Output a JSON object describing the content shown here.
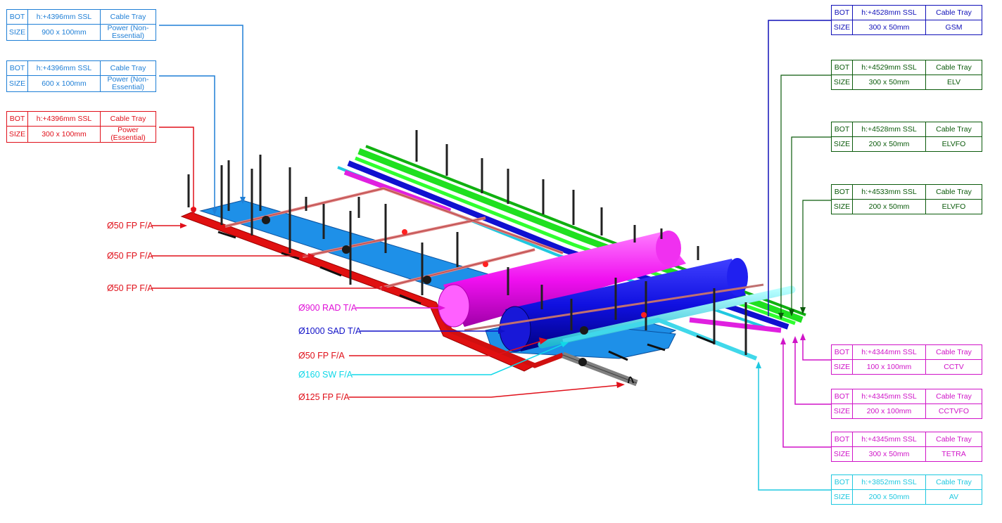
{
  "tags_left": [
    {
      "id": "power-ne-900",
      "color": "#1f7fd6",
      "level": "h:+4396mm  SSL",
      "type": "Cable Tray",
      "size": "900 x 100mm",
      "service": "Power (Non-Essential)"
    },
    {
      "id": "power-ne-600",
      "color": "#1f7fd6",
      "level": "h:+4396mm  SSL",
      "type": "Cable Tray",
      "size": "600 x 100mm",
      "service": "Power (Non-Essential)"
    },
    {
      "id": "power-e-300",
      "color": "#e0101a",
      "level": "h:+4396mm  SSL",
      "type": "Cable Tray",
      "size": "300 x 100mm",
      "service": "Power (Essential)"
    }
  ],
  "tags_right": [
    {
      "id": "gsm",
      "color": "#1010b8",
      "level": "h:+4528mm  SSL",
      "type": "Cable Tray",
      "size": "300 x 50mm",
      "service": "GSM"
    },
    {
      "id": "elv",
      "color": "#0a5a0a",
      "level": "h:+4529mm  SSL",
      "type": "Cable Tray",
      "size": "300 x 50mm",
      "service": "ELV"
    },
    {
      "id": "elvfo-1",
      "color": "#0a5a0a",
      "level": "h:+4528mm  SSL",
      "type": "Cable Tray",
      "size": "200 x 50mm",
      "service": "ELVFO"
    },
    {
      "id": "elvfo-2",
      "color": "#0a5a0a",
      "level": "h:+4533mm  SSL",
      "type": "Cable Tray",
      "size": "200 x 50mm",
      "service": "ELVFO"
    },
    {
      "id": "cctv",
      "color": "#d014c8",
      "level": "h:+4344mm  SSL",
      "type": "Cable Tray",
      "size": "100 x 100mm",
      "service": "CCTV"
    },
    {
      "id": "cctvfo",
      "color": "#d014c8",
      "level": "h:+4345mm  SSL",
      "type": "Cable Tray",
      "size": "200 x 100mm",
      "service": "CCTVFO"
    },
    {
      "id": "tetra",
      "color": "#d014c8",
      "level": "h:+4345mm  SSL",
      "type": "Cable Tray",
      "size": "300 x 50mm",
      "service": "TETRA"
    },
    {
      "id": "av",
      "color": "#1ec8e0",
      "level": "h:+3852mm  SSL",
      "type": "Cable Tray",
      "size": "200 x 50mm",
      "service": "AV"
    }
  ],
  "row_keys": {
    "bot": "BOT",
    "size": "SIZE"
  },
  "pipe_labels": [
    {
      "id": "fp50-1",
      "text": "Ø50 FP F/A",
      "color": "#e0101a"
    },
    {
      "id": "fp50-2",
      "text": "Ø50 FP F/A",
      "color": "#e0101a"
    },
    {
      "id": "fp50-3",
      "text": "Ø50 FP F/A",
      "color": "#e0101a"
    },
    {
      "id": "rad900",
      "text": "Ø900 RAD T/A",
      "color": "#e010d8"
    },
    {
      "id": "sad1000",
      "text": "Ø1000 SAD T/A",
      "color": "#1010c8"
    },
    {
      "id": "fp50-4",
      "text": "Ø50 FP F/A",
      "color": "#e0101a"
    },
    {
      "id": "sw160",
      "text": "Ø160 SW F/A",
      "color": "#10d8e8"
    },
    {
      "id": "fp125",
      "text": "Ø125 FP F/A",
      "color": "#e0101a"
    }
  ]
}
